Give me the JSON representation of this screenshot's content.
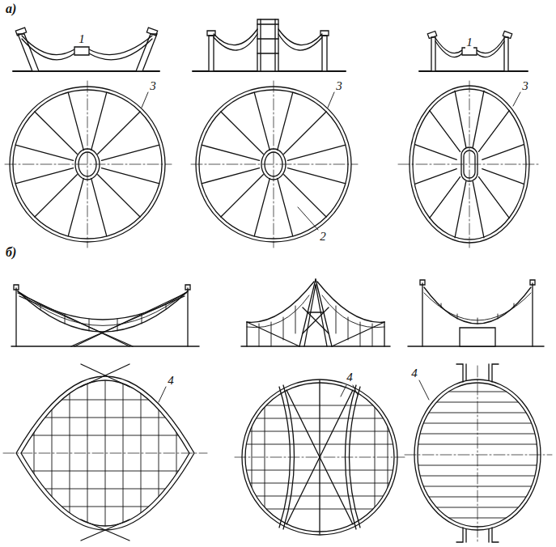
{
  "diagram": {
    "labels": [
      "а)",
      "1",
      "1",
      "3",
      "3",
      "2",
      "3",
      "б)",
      "4",
      "4",
      "4"
    ]
  }
}
